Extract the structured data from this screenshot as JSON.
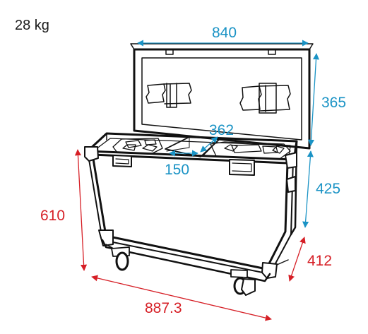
{
  "weight_label": "28 kg",
  "dimensions": {
    "lid_width": "840",
    "lid_height": "365",
    "compartment_width": "362",
    "compartment_depth": "150",
    "body_height": "425",
    "total_height": "610",
    "total_depth": "412",
    "total_width": "887.3"
  },
  "colors": {
    "outer_dimension": "#d61f26",
    "inner_dimension": "#1a93c5",
    "line_art": "#111111"
  }
}
